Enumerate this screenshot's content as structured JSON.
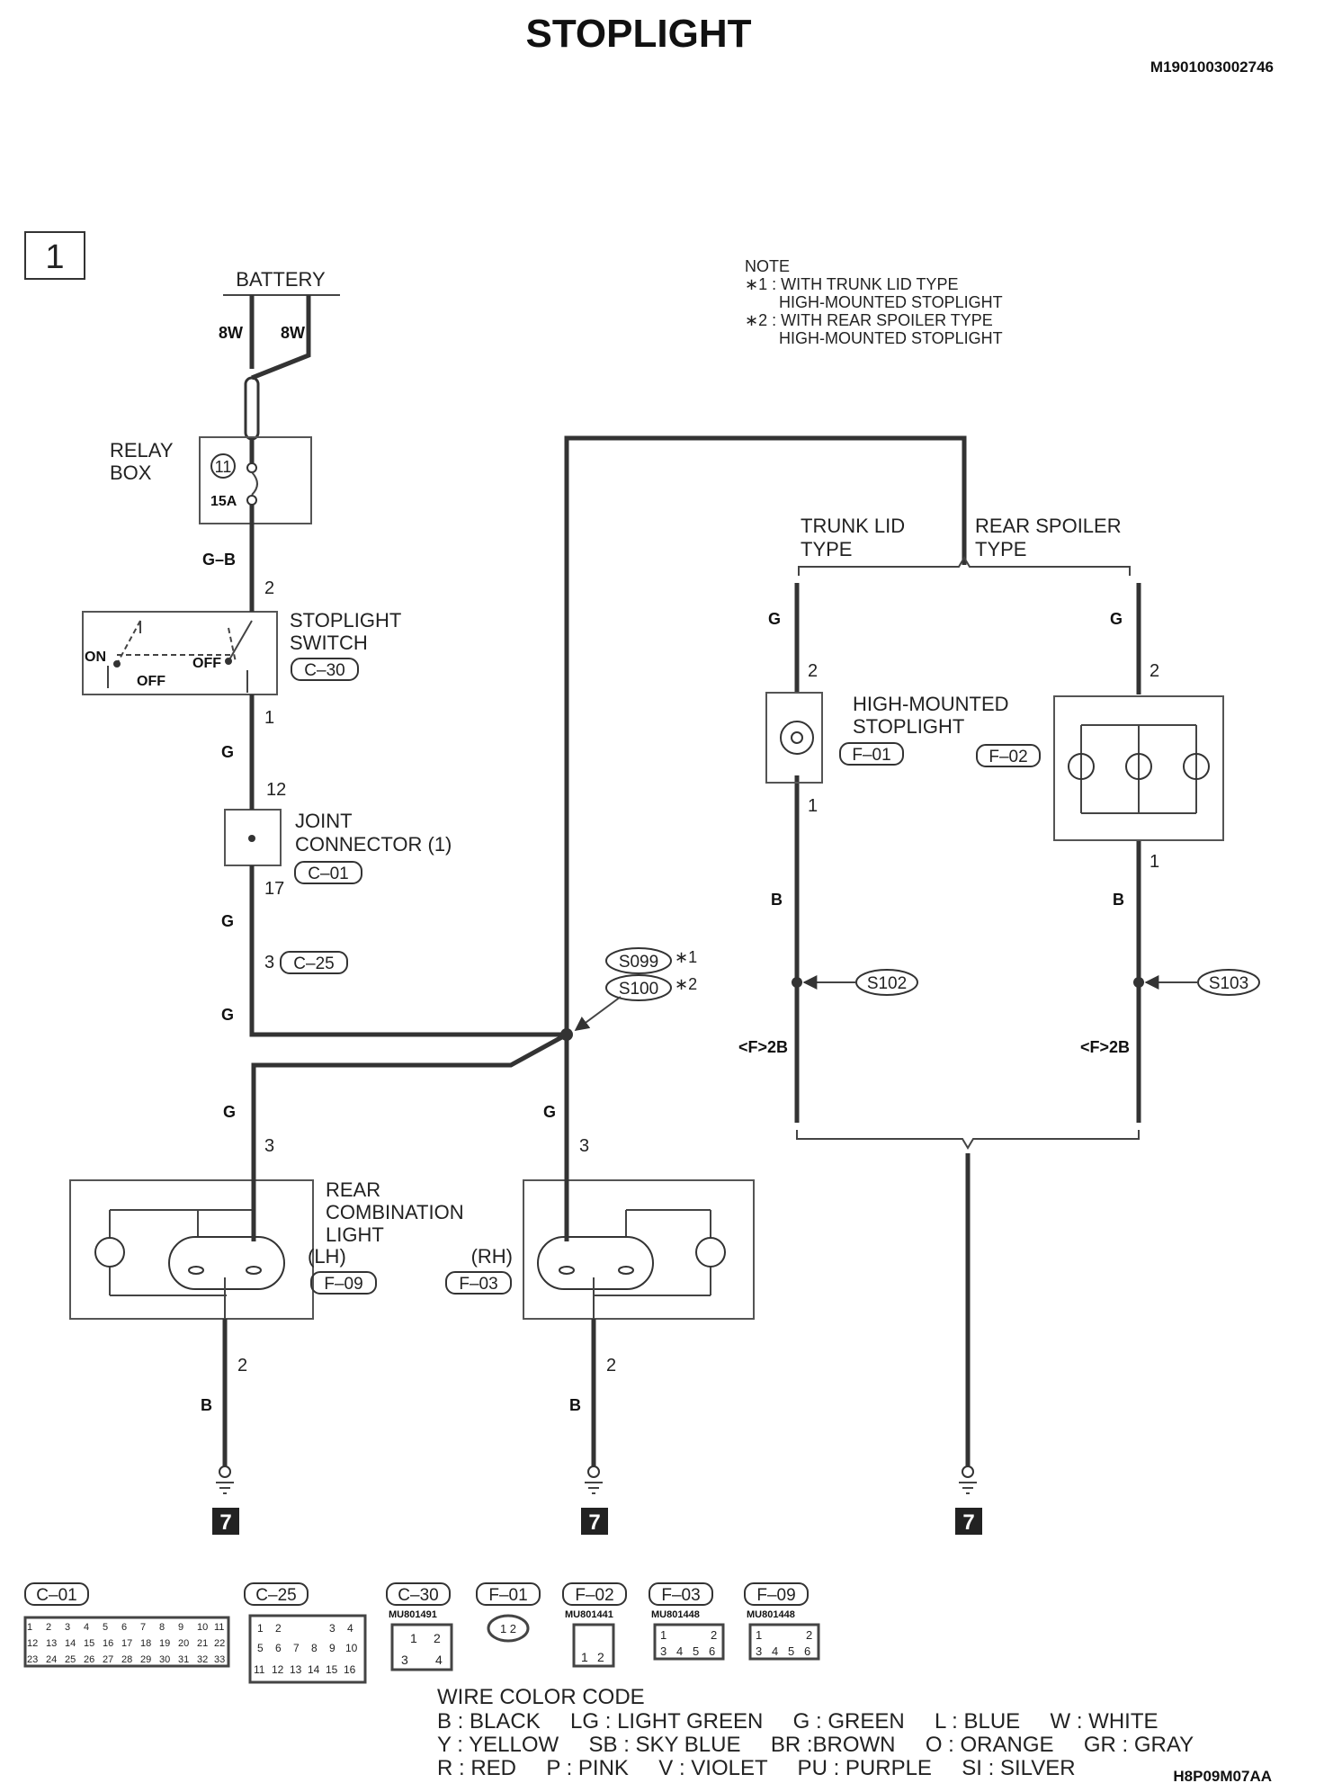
{
  "title": "STOPLIGHT",
  "doc_id": "M1901003002746",
  "page_number": "1",
  "figure_code": "H8P09M07AA",
  "note": {
    "heading": "NOTE",
    "lines": [
      "∗1 : WITH TRUNK LID TYPE",
      "HIGH-MOUNTED STOPLIGHT",
      "∗2 : WITH REAR SPOILER TYPE",
      "HIGH-MOUNTED STOPLIGHT"
    ]
  },
  "components": {
    "battery": "BATTERY",
    "relay_box": [
      "RELAY",
      "BOX"
    ],
    "fuse_no": "11",
    "fuse_rating": "15A",
    "stoplight_switch": [
      "STOPLIGHT",
      "SWITCH"
    ],
    "switch_on": "ON",
    "switch_off1": "OFF",
    "switch_off2": "OFF",
    "joint_connector": [
      "JOINT",
      "CONNECTOR (1)"
    ],
    "rear_combination_light": [
      "REAR",
      "COMBINATION",
      "LIGHT"
    ],
    "lh": "(LH)",
    "rh": "(RH)",
    "high_mounted": [
      "HIGH-MOUNTED",
      "STOPLIGHT"
    ],
    "trunk_lid_type": [
      "TRUNK LID",
      "TYPE"
    ],
    "rear_spoiler_type": [
      "REAR SPOILER",
      "TYPE"
    ],
    "ground": "7"
  },
  "wire_labels": {
    "w8w_left": "8W",
    "w8w_right": "8W",
    "gb": "G–B",
    "g": "G",
    "b": "B",
    "f2b": "<F>2B"
  },
  "pins": {
    "p1": "1",
    "p2": "2",
    "p3": "3",
    "p12": "12",
    "p17": "17"
  },
  "connectors": {
    "c01": "C–01",
    "c25": "C–25",
    "c30": "C–30",
    "f01": "F–01",
    "f02": "F–02",
    "f03": "F–03",
    "f09": "F–09"
  },
  "splices": {
    "s099": "S099",
    "s099_mark": "∗1",
    "s100": "S100",
    "s100_mark": "∗2",
    "s102": "S102",
    "s103": "S103"
  },
  "part_numbers": {
    "c30": "MU801491",
    "f02": "MU801441",
    "f03": "MU801448",
    "f09": "MU801448"
  },
  "connector_pins": {
    "c01_row1": [
      "1",
      "2",
      "3",
      "4",
      "5",
      "6",
      "7",
      "8",
      "9",
      "10",
      "11"
    ],
    "c01_row2": [
      "12",
      "13",
      "14",
      "15",
      "16",
      "17",
      "18",
      "19",
      "20",
      "21",
      "22"
    ],
    "c01_row3": [
      "23",
      "24",
      "25",
      "26",
      "27",
      "28",
      "29",
      "30",
      "31",
      "32",
      "33"
    ],
    "c25_row1": [
      "1",
      "2",
      "",
      "",
      "3",
      "4"
    ],
    "c25_row2": [
      "5",
      "6",
      "7",
      "8",
      "9",
      "10"
    ],
    "c25_row3": [
      "11",
      "12",
      "13",
      "14",
      "15",
      "16"
    ],
    "c30_row1": [
      "1",
      "2"
    ],
    "c30_row2": [
      "3",
      "4"
    ],
    "f01": "1 2",
    "f02_row2": [
      "1",
      "2"
    ],
    "f0x_row1": [
      "1",
      "",
      "2"
    ],
    "f0x_row2": [
      "3",
      "4",
      "5",
      "6"
    ]
  },
  "wire_color_code": {
    "heading": "WIRE COLOR CODE",
    "lines": [
      "B : BLACK     LG : LIGHT GREEN     G : GREEN     L : BLUE     W : WHITE",
      "Y : YELLOW     SB : SKY BLUE     BR :BROWN     O : ORANGE     GR : GRAY",
      "R : RED     P : PINK     V : VIOLET     PU : PURPLE     SI : SILVER"
    ]
  }
}
